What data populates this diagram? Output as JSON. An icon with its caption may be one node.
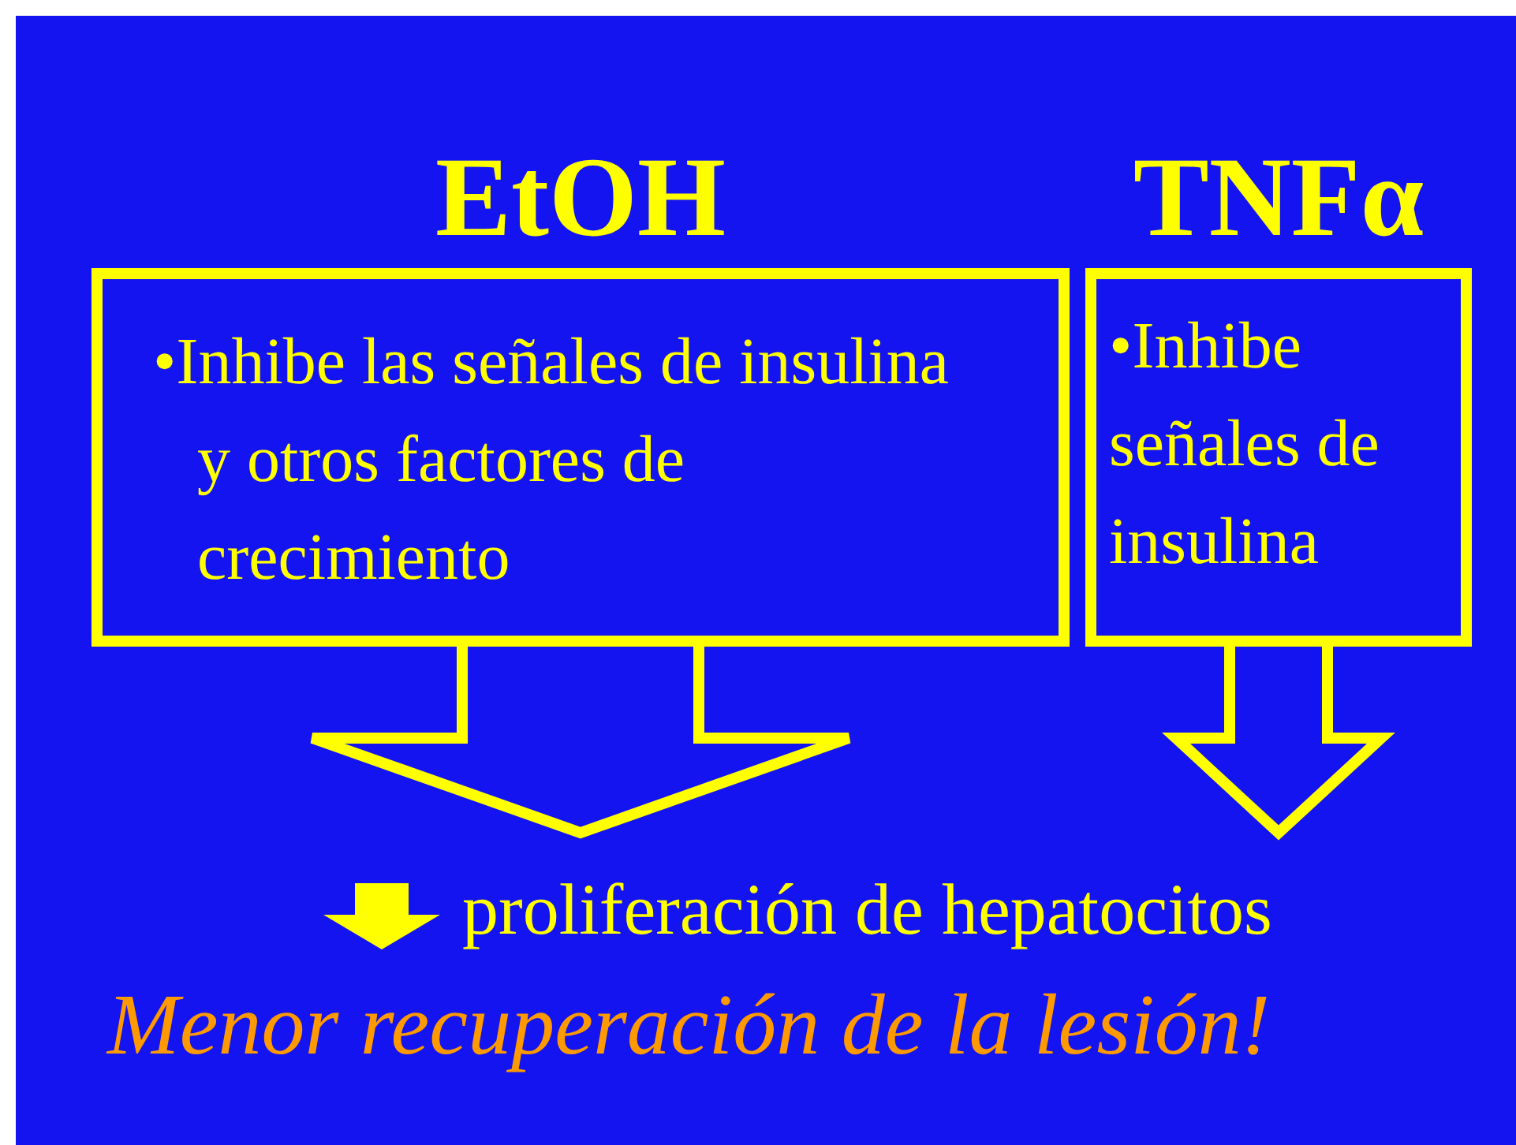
{
  "diagram": {
    "nodes": [
      {
        "text": [
          "EtOH",
          "•Inhibe las señales de insulina y otros factores de crecimiento"
        ]
      },
      {
        "text": [
          "TNFα",
          "•Inhibe señales de insulina"
        ]
      },
      {
        "text": [
          "proliferación de hepatocitos"
        ]
      }
    ],
    "edges": [
      {
        "from": 0,
        "to": 2,
        "arrow": "to"
      },
      {
        "from": 1,
        "to": 2,
        "arrow": "to"
      }
    ],
    "labels": [
      "Menor recuperación de la lesión!"
    ]
  }
}
